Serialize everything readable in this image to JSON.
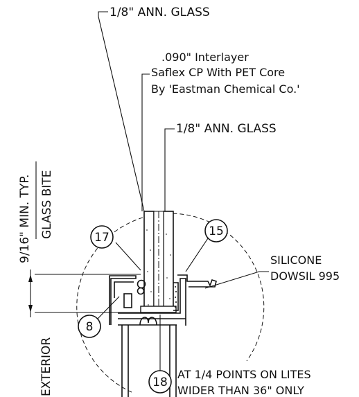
{
  "callouts": {
    "outer_glass": "1/8\" ANN. GLASS",
    "interlayer_line1": ".090\" Interlayer",
    "interlayer_line2": "Saflex CP With PET Core",
    "interlayer_line3": "By 'Eastman Chemical Co.'",
    "inner_glass": "1/8\" ANN. GLASS",
    "silicone_line1": "SILICONE",
    "silicone_line2": "DOWSIL 995",
    "setting_block_line1": "AT 1/4 POINTS ON LITES",
    "setting_block_line2": "WIDER THAN 36\" ONLY"
  },
  "dimension": {
    "min_label": "9/16\" MIN. TYP.",
    "bite_label": "GLASS BITE"
  },
  "side_label": "EXTERIOR",
  "tags": [
    "17",
    "15",
    "8",
    "18"
  ]
}
